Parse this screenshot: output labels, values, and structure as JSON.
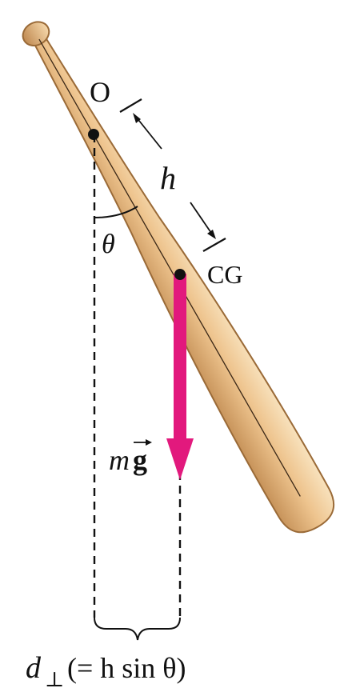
{
  "diagram": {
    "pivot_label": "O",
    "cg_label": "CG",
    "distance_label": "h",
    "angle_label": "θ",
    "force_mass": "m",
    "force_vector": "g",
    "lever_arm_var": "d",
    "lever_arm_sub": "⊥",
    "lever_arm_expr": "(= h sin θ)"
  },
  "colors": {
    "force_arrow": "#e2197d",
    "bat_light": "#f8e2bd",
    "bat_mid": "#eec48e",
    "bat_dark": "#c7935a",
    "outline": "#9a6a37",
    "ink": "#111111"
  },
  "icons": {
    "bat": "baseball-bat-icon",
    "pivot": "pivot-point-icon",
    "cg": "center-of-gravity-point-icon"
  }
}
